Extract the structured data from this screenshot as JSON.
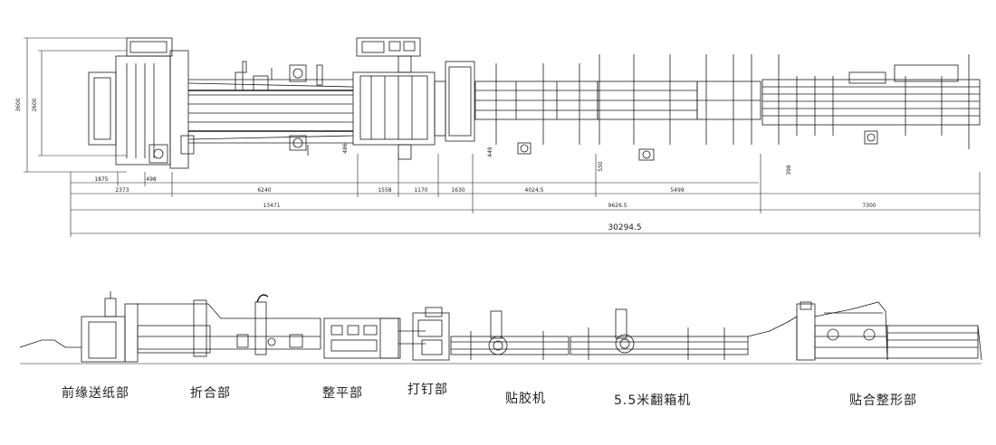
{
  "plan_view": {
    "height_dims": {
      "outer": "3600",
      "inner": "2600"
    },
    "row1": [
      "1875",
      "498",
      "6240",
      "1558",
      "1170",
      "1630",
      "4024.5",
      "5499"
    ],
    "row2": [
      "2373",
      "9626.5",
      "7300"
    ],
    "row3": [
      "13471"
    ],
    "total": "30294.5",
    "small_dims": [
      "486",
      "449",
      "550",
      "398"
    ]
  },
  "sections": [
    "前缘送纸部",
    "折合部",
    "整平部",
    "打钉部",
    "贴胶机",
    "5.5米翻箱机",
    "贴合整形部"
  ]
}
